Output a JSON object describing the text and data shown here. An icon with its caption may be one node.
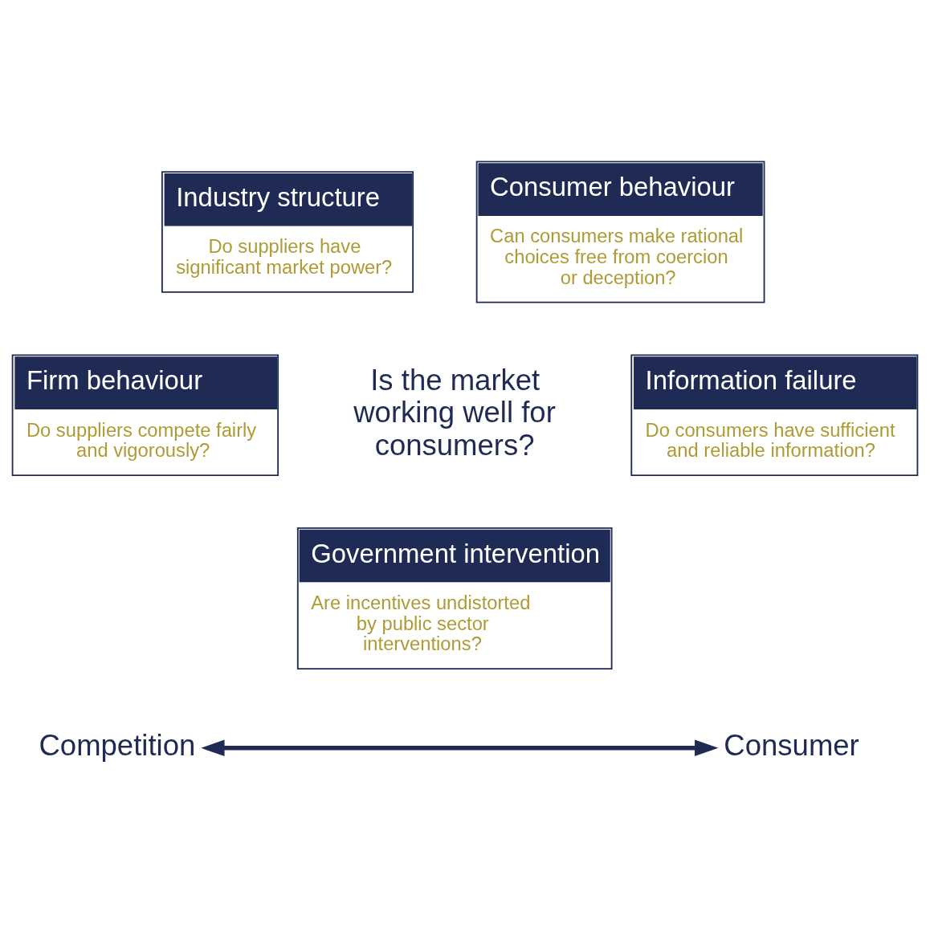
{
  "diagram": {
    "nodes": [
      {
        "text": [
          "Is the market working well for consumers?"
        ]
      },
      {
        "text": [
          "Industry structure",
          "Do suppliers have significant market power?"
        ]
      },
      {
        "text": [
          "Consumer behaviour",
          "Can consumers make rational choices free from coercion or deception?"
        ]
      },
      {
        "text": [
          "Firm behaviour",
          "Do suppliers compete fairly and vigorously?"
        ]
      },
      {
        "text": [
          "Information failure",
          "Do consumers have sufficient and reliable information?"
        ]
      },
      {
        "text": [
          "Government intervention",
          "Are incentives undistorted by public sector interventions?"
        ]
      },
      {
        "text": [
          "Competition"
        ]
      },
      {
        "text": [
          "Consumer"
        ]
      }
    ],
    "edges": [
      {
        "from": 6,
        "to": 7,
        "arrow": "both"
      }
    ]
  }
}
